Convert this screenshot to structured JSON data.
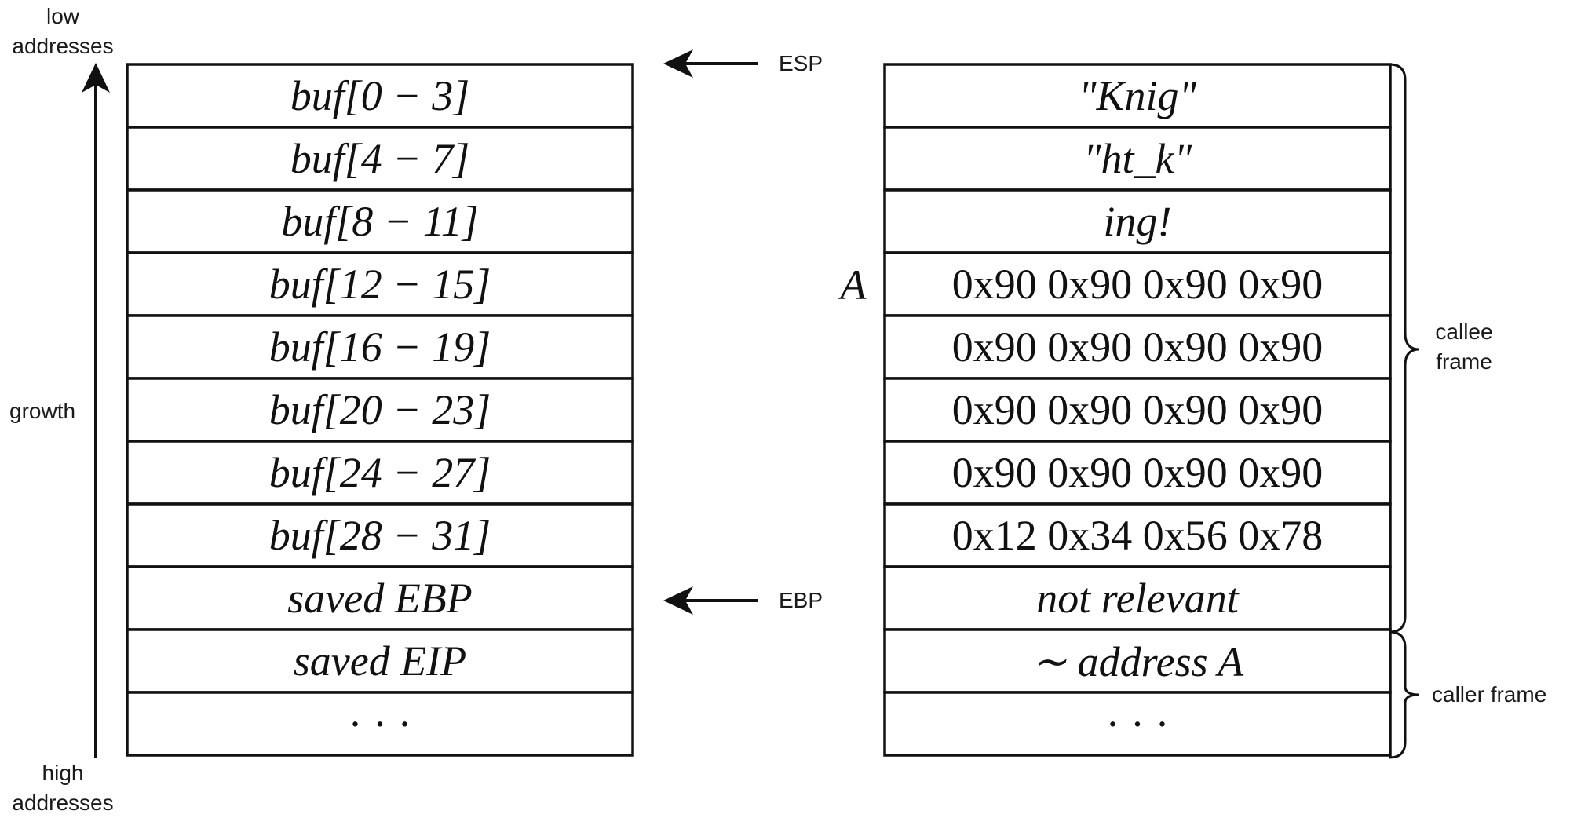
{
  "diagram": {
    "axis": {
      "low_line1": "low",
      "low_line2": "addresses",
      "growth": "growth",
      "high_line1": "high",
      "high_line2": "addresses"
    },
    "left_stack": [
      "buf[0 − 3]",
      "buf[4 − 7]",
      "buf[8 − 11]",
      "buf[12 − 15]",
      "buf[16 − 19]",
      "buf[20 − 23]",
      "buf[24 − 27]",
      "buf[28 − 31]",
      "saved EBP",
      "saved EIP",
      "· · ·"
    ],
    "pointers": {
      "esp": "ESP",
      "ebp": "EBP"
    },
    "marker_a": "A",
    "right_stack": [
      "\"Knig\"",
      "\"ht_k\"",
      "ing!",
      "0x90 0x90 0x90 0x90",
      "0x90 0x90 0x90 0x90",
      "0x90 0x90 0x90 0x90",
      "0x90 0x90 0x90 0x90",
      "0x12 0x34 0x56 0x78",
      "not relevant",
      "∼ address A",
      "· · ·"
    ],
    "braces": {
      "callee_line1": "callee",
      "callee_line2": "frame",
      "caller": "caller frame"
    }
  }
}
